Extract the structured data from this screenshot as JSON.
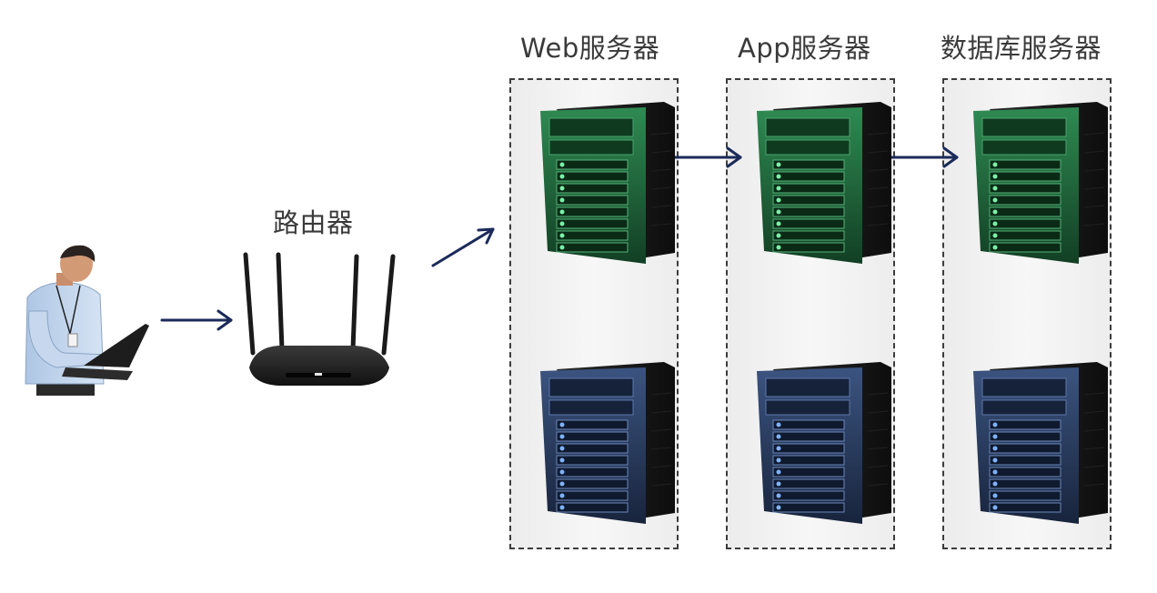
{
  "router": {
    "label": "路由器"
  },
  "tiers": [
    {
      "label": "Web服务器",
      "servers": [
        "primary-server",
        "standby-server"
      ]
    },
    {
      "label": "App服务器",
      "servers": [
        "primary-server",
        "standby-server"
      ]
    },
    {
      "label": "数据库服务器",
      "servers": [
        "primary-server",
        "standby-server"
      ]
    }
  ],
  "colors": {
    "arrow": "#1b2a5a",
    "primary_server": "#1f6a3a",
    "standby_server": "#283a5c",
    "group_border": "#3c3c3c"
  },
  "icons": {
    "user": "person-with-laptop-icon",
    "router": "wifi-router-icon",
    "server": "tower-server-icon"
  }
}
